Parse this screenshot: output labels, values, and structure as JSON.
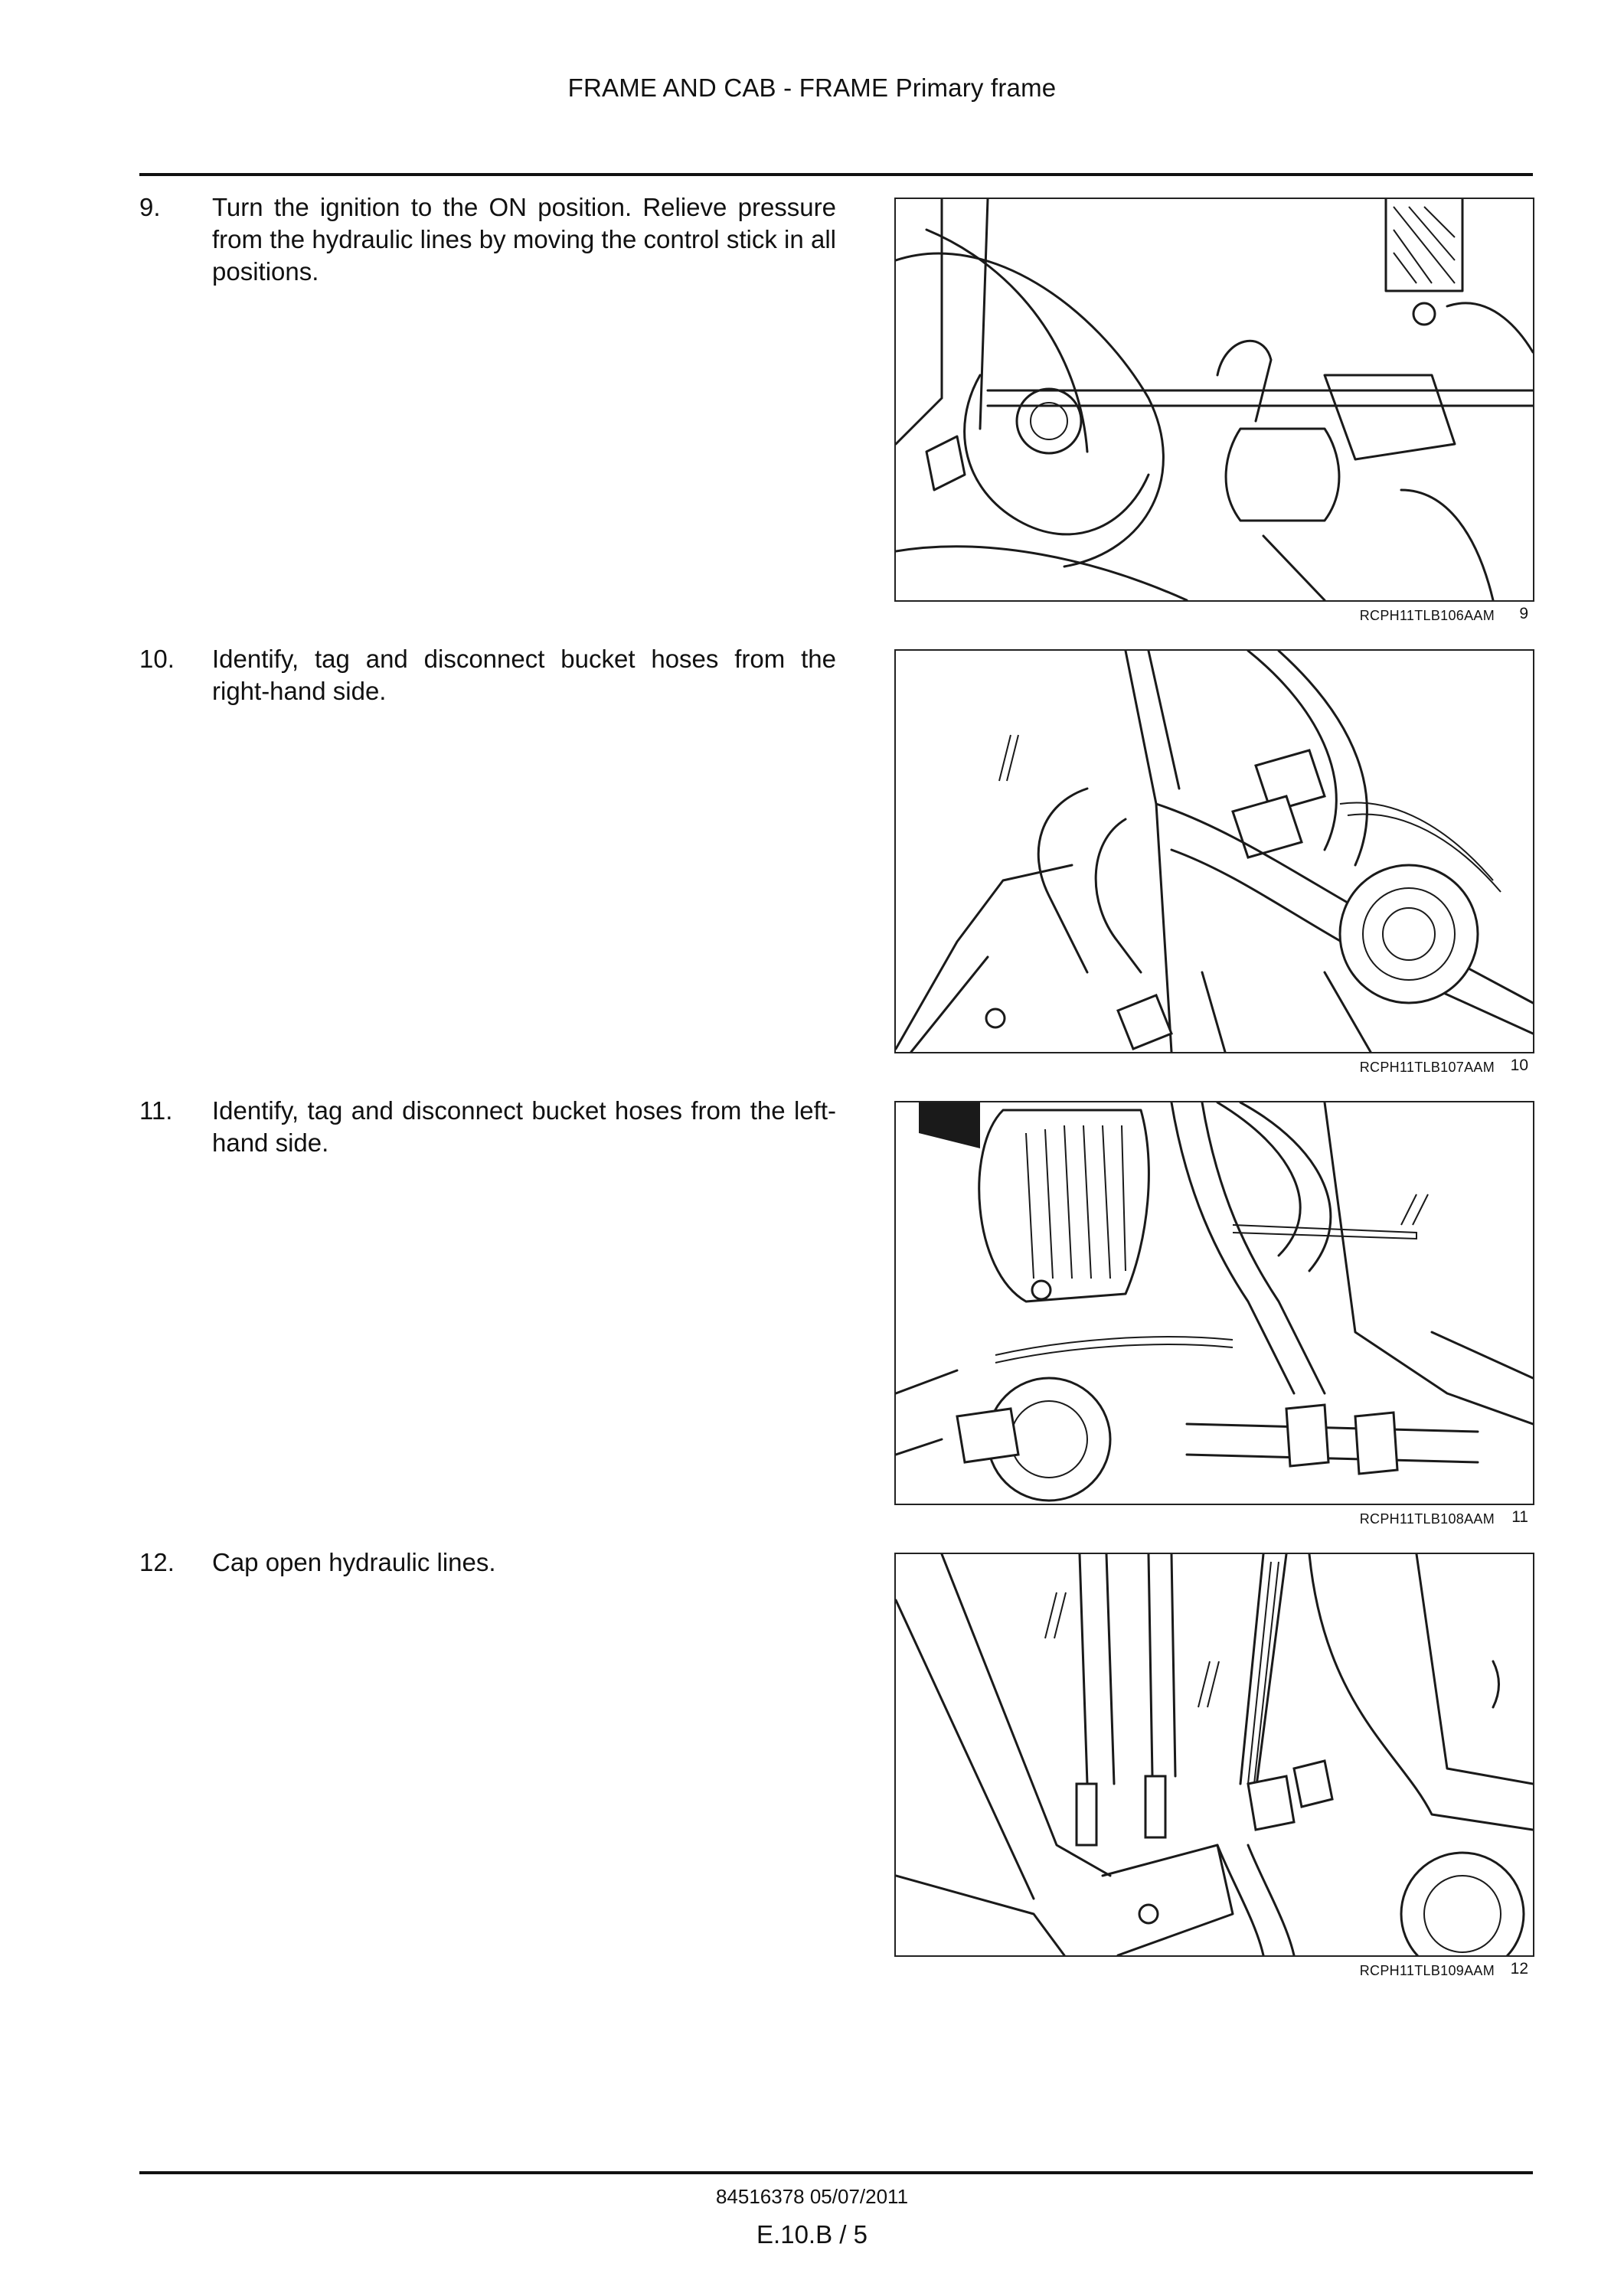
{
  "header": {
    "title": "FRAME AND CAB - FRAME Primary frame"
  },
  "steps": [
    {
      "number": "9.",
      "text": "Turn the ignition to the ON position. Relieve pressure from the hydraulic lines by moving the control stick in all positions.",
      "figure_code": "RCPH11TLB106AAM",
      "figure_number": "9"
    },
    {
      "number": "10.",
      "text": "Identify, tag and disconnect bucket hoses from the right-hand side.",
      "figure_code": "RCPH11TLB107AAM",
      "figure_number": "10"
    },
    {
      "number": "11.",
      "text": "Identify, tag and disconnect bucket hoses from the left-hand side.",
      "figure_code": "RCPH11TLB108AAM",
      "figure_number": "11"
    },
    {
      "number": "12.",
      "text": "Cap open hydraulic lines.",
      "figure_code": "RCPH11TLB109AAM",
      "figure_number": "12"
    }
  ],
  "footer": {
    "document": "84516378 05/07/2011",
    "page": "E.10.B / 5"
  }
}
